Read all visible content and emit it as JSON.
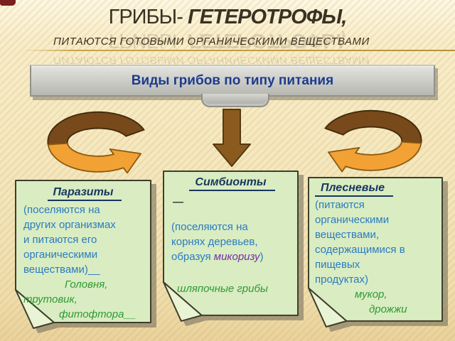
{
  "theme": {
    "corner_tab": "#7d1f1f",
    "accent_line": "#c9a44d",
    "title_text": "#3a3122",
    "banner_bg": "#c9c9c4",
    "banner_text": "#1e3c8c",
    "note_bg": "#d9ecc2",
    "note_fold": "#e9f4d4",
    "note_title": "#17365d",
    "note_body": "#2b7cc0",
    "note_example": "#2f9b33",
    "highlight_purple": "#7030a0",
    "arrow_dark_brown": "#78491a",
    "arrow_brown": "#8a5a1e",
    "arrow_orange": "#f2a135"
  },
  "header": {
    "title_normal": "ГРИБЫ-",
    "title_emphasis": " ГЕТЕРОТРОФЫ,",
    "subtitle": "ПИТАЮТСЯ ГОТОВЫМИ ОРГАНИЧЕСКИМИ ВЕЩЕСТВАМИ"
  },
  "banner": {
    "label": "Виды грибов по типу питания"
  },
  "notes": [
    {
      "title": "Паразиты",
      "body_lines": [
        "(поселяются на",
        "других организмах",
        "и питаются его",
        "органическими",
        "веществами)__"
      ],
      "examples": [
        "Головня,",
        "трутовик,",
        "фитофтора__"
      ]
    },
    {
      "title": "Симбионты",
      "dash": "—",
      "body_lines": [
        "(поселяются на",
        "корнях деревьев,"
      ],
      "body_tail": {
        "pre": "образуя ",
        "highlight": "микоризу",
        "post": ")"
      },
      "examples": [
        "шляпочные грибы"
      ]
    },
    {
      "title": "Плесневые",
      "body_lines": [
        "(питаются",
        "органическими",
        "веществами,",
        "содержащимися в",
        "пищевых",
        "продуктах)"
      ],
      "examples": [
        "мукор,",
        "дрожжи"
      ]
    }
  ]
}
